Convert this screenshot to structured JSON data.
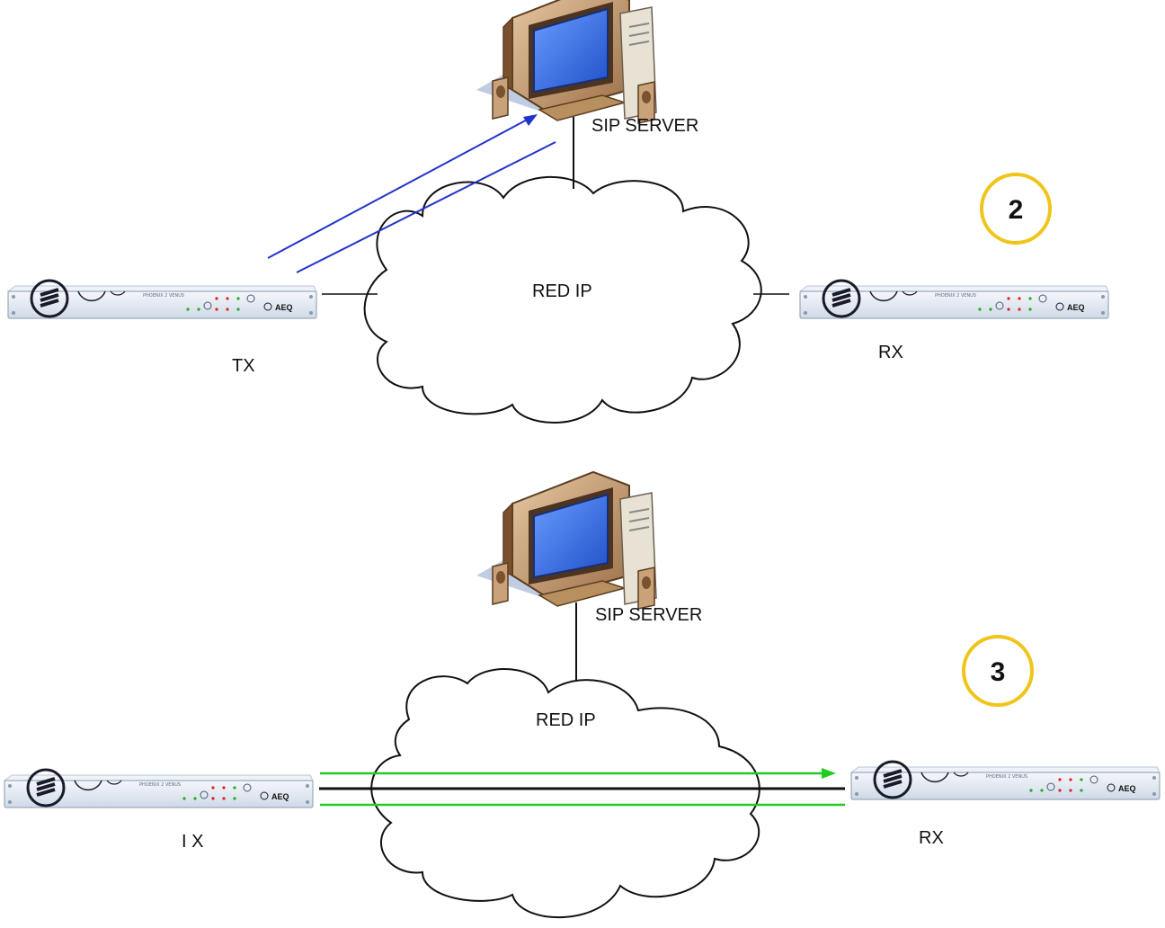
{
  "panels": [
    {
      "server_label": "SIP SERVER",
      "network_label": "RED IP",
      "tx_label": "TX",
      "rx_label": "RX",
      "step_number": "2",
      "arrow_color": "#2233cc"
    },
    {
      "server_label": "SIP SERVER",
      "network_label": "RED IP",
      "tx_label": "I X",
      "rx_label": "RX",
      "step_number": "3",
      "arrow_color": "#22cc22"
    }
  ],
  "device": {
    "model_text": "PHOENIX 2 VENUS",
    "brand": "AEQ"
  },
  "colors": {
    "step_ring": "#f0c419",
    "rack_body": "#e4ecf5",
    "monitor_screen": "#3a6fe8",
    "computer_case": "#c9a27a",
    "cable": "#111111"
  }
}
